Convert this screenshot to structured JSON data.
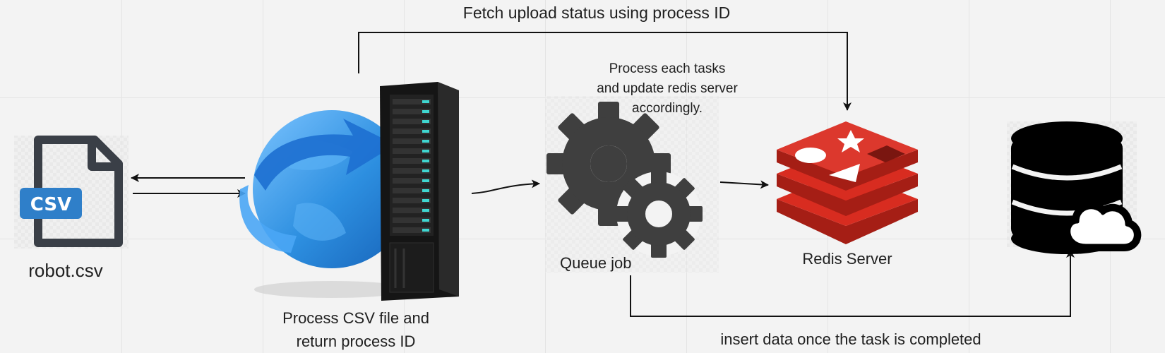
{
  "labels": {
    "fetch_status": "Fetch upload status using process ID",
    "csv_file": "robot.csv",
    "csv_badge": "CSV",
    "process_csv_line1": "Process CSV file and",
    "process_csv_line2": "return process ID",
    "process_tasks_line1": "Process each tasks",
    "process_tasks_line2": "and update redis server",
    "process_tasks_line3": "accordingly.",
    "queue_job": "Queue job",
    "redis_server": "Redis Server",
    "insert_data": "insert data once the task is completed"
  },
  "colors": {
    "background": "#f3f3f3",
    "csv_badge": "#2f7fc9",
    "icon_dark": "#3a3f47",
    "gear": "#3f3f3f",
    "redis_red": "#d82c20",
    "globe_blue": "#2d8fe0",
    "server_black": "#151515",
    "server_led": "#3fd6d0"
  },
  "icons": {
    "csv": "csv-file-icon",
    "web_server": "web-server-icon",
    "queue": "gears-icon",
    "redis": "redis-logo-icon",
    "database": "cloud-database-icon"
  }
}
